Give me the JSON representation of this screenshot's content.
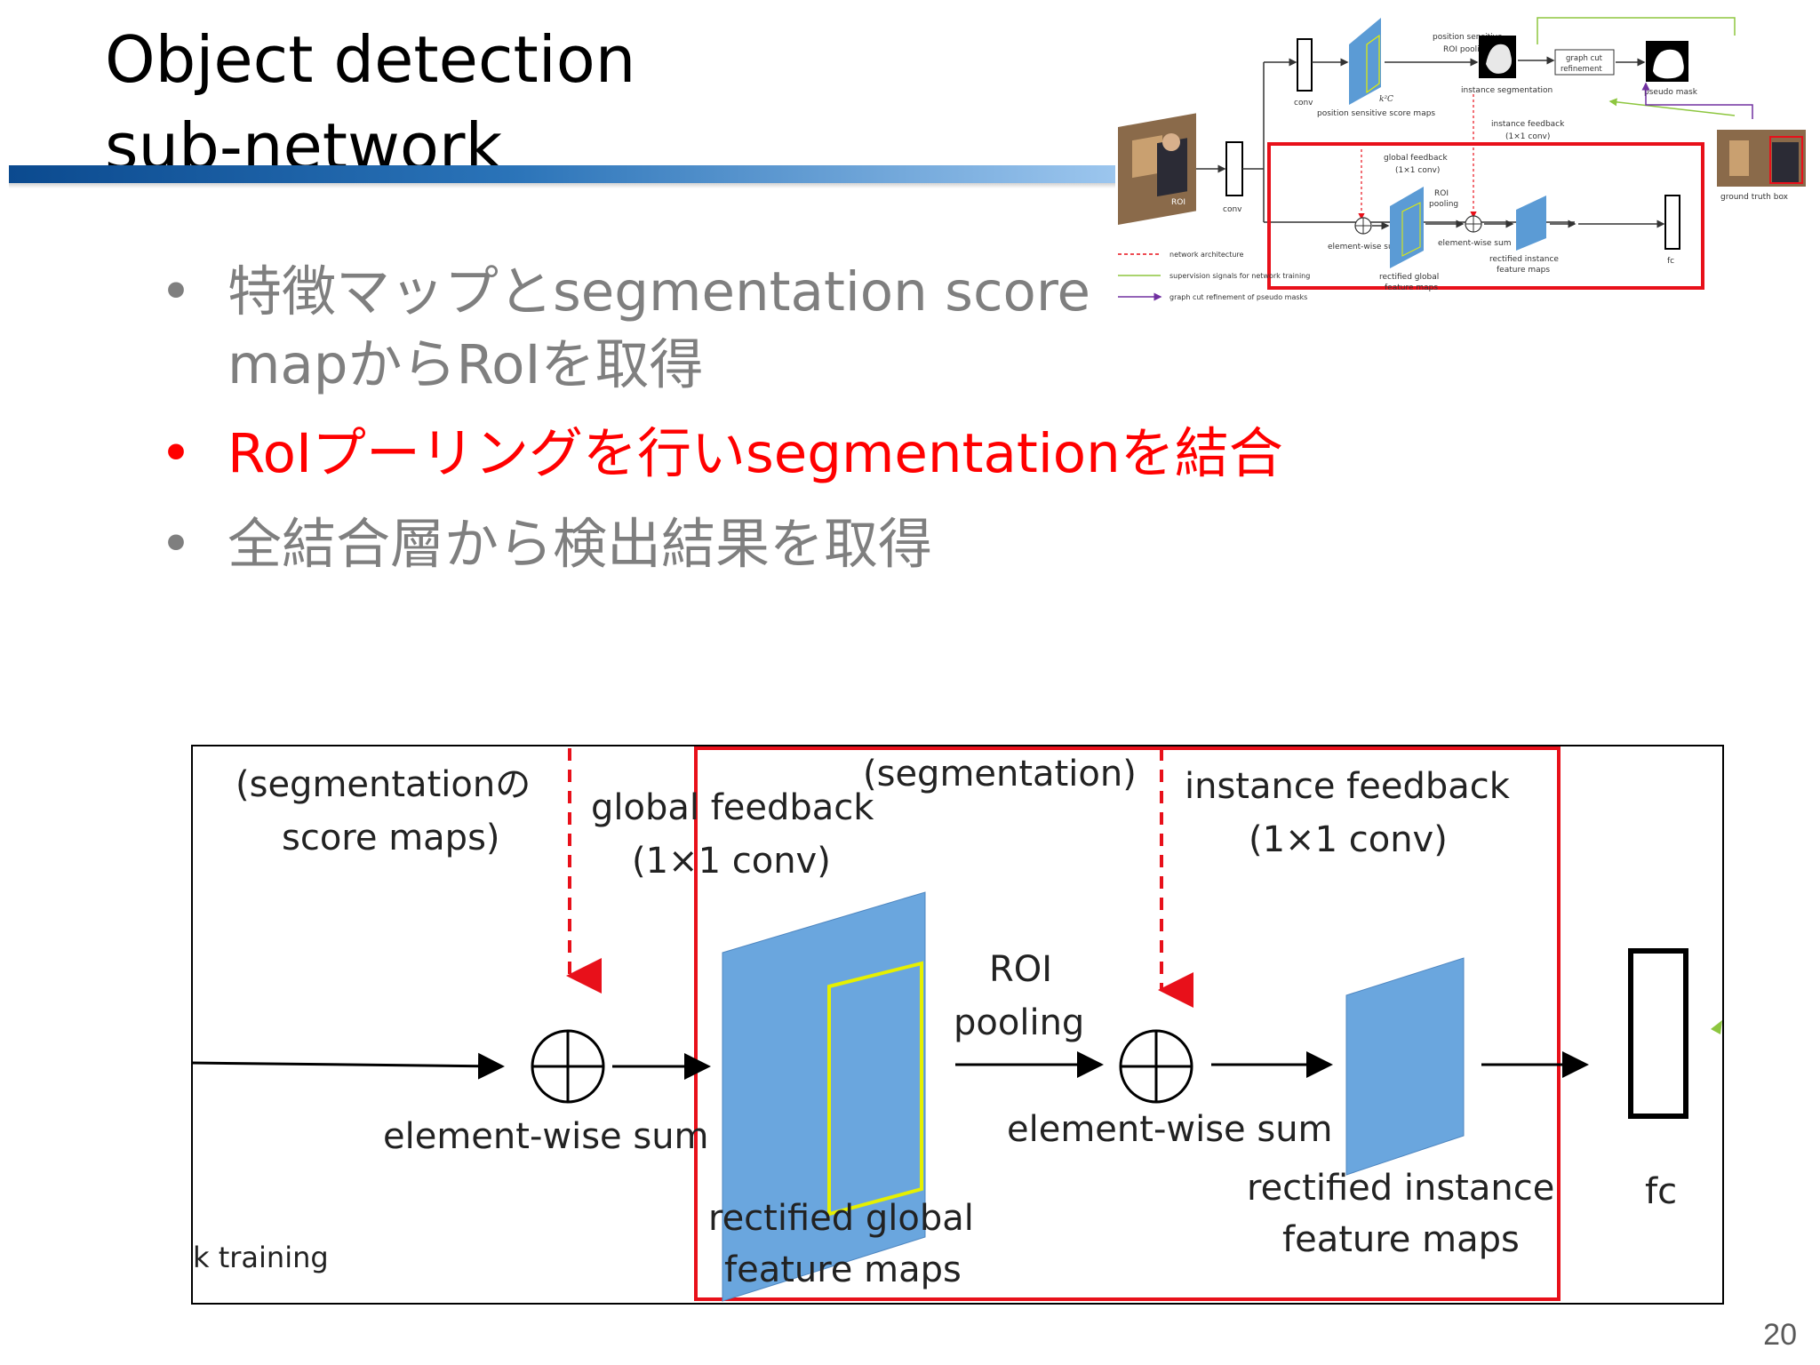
{
  "slide": {
    "title_line1": "Object detection",
    "title_line2": "sub-network",
    "page_number": "20",
    "bullet_symbol": "•"
  },
  "bullets": [
    {
      "text": "特徴マップとsegmentation score mapからRoIを取得",
      "color": "#7f7f7f"
    },
    {
      "text": "RoIプーリングを行いsegmentationを結合",
      "color": "#ff0000"
    },
    {
      "text": "全結合層から検出結果を取得",
      "color": "#7f7f7f"
    }
  ],
  "thumbnail_diagram": {
    "labels": {
      "ps_roi_pooling_1": "position sensitive",
      "ps_roi_pooling_2": "ROI pooling",
      "graph_cut_1": "graph cut",
      "graph_cut_2": "refinement",
      "k2c": "k²C",
      "conv_top": "conv",
      "ps_score_maps": "position sensitive score maps",
      "instance_segmentation": "instance segmentation",
      "pseudo_mask": "pseudo mask",
      "roi": "ROI",
      "conv_mid": "conv",
      "global_feedback_1": "global feedback",
      "global_feedback_2": "(1×1 conv)",
      "instance_feedback_1": "instance feedback",
      "instance_feedback_2": "(1×1 conv)",
      "roi_pooling_1": "ROI",
      "roi_pooling_2": "pooling",
      "ews_1": "element-wise sum",
      "ews_2": "element-wise sum",
      "rect_global_1": "rectified global",
      "rect_global_2": "feature maps",
      "rect_inst_1": "rectified instance",
      "rect_inst_2": "feature maps",
      "fc": "fc",
      "gt_box": "ground truth box",
      "legend_network": "network architecture",
      "legend_supervision": "supervision signals for network training",
      "legend_graphcut": "graph cut refinement of pseudo masks"
    },
    "colors": {
      "highlight": "#e8101a",
      "map_fill": "#5b9bd5",
      "supervision": "#8dc63f",
      "refine": "#7030a0"
    }
  },
  "main_diagram": {
    "seg_score_maps_1": "(segmentationの",
    "seg_score_maps_2": "score maps)",
    "global_feedback_1": "global feedback",
    "global_feedback_2": "(1×1 conv)",
    "segmentation_note": "(segmentation)",
    "instance_feedback_1": "instance feedback",
    "instance_feedback_2": "(1×1 conv)",
    "roi_1": "ROI",
    "roi_2": "pooling",
    "ews_left": "element-wise sum",
    "ews_right": "element-wise sum",
    "rect_global_1": "rectified global",
    "rect_global_2": "feature maps",
    "rect_inst_1": "rectified instance",
    "rect_inst_2": "feature maps",
    "fc": "fc",
    "k_training": "k training",
    "colors": {
      "highlight": "#e8101a",
      "map_fill": "#6aa6de",
      "inner_outline": "#e6f000",
      "dashed": "#e8101a"
    }
  }
}
